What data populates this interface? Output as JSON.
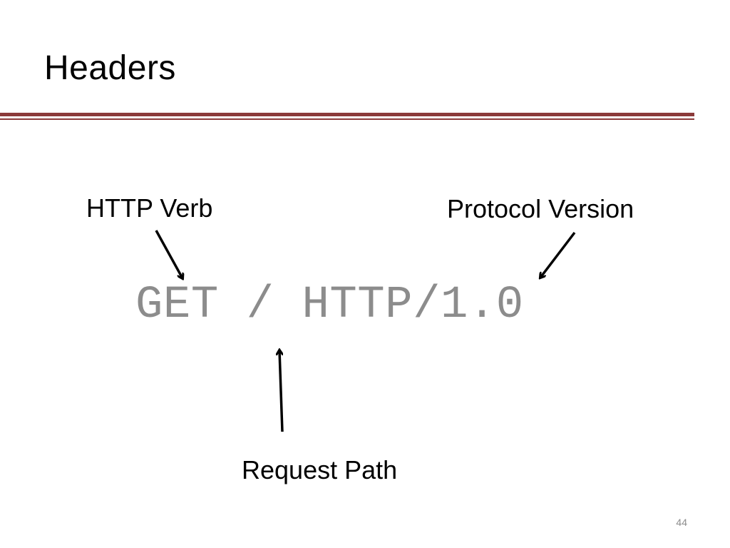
{
  "slide": {
    "title": "Headers",
    "request_line": "GET / HTTP/1.0",
    "labels": {
      "verb": "HTTP Verb",
      "protocol": "Protocol Version",
      "path": "Request Path"
    },
    "page_number": "44"
  },
  "colors": {
    "divider": "#8b3a3a",
    "request_text": "#8c8c8c",
    "arrow": "#000000"
  }
}
